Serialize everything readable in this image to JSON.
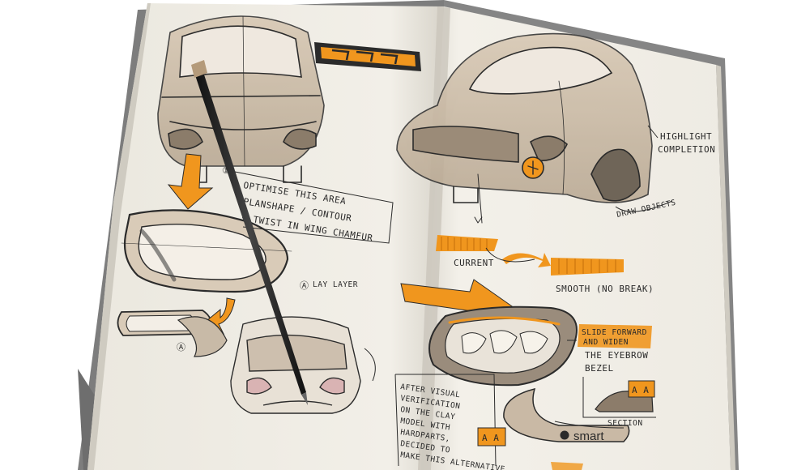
{
  "sketchbook": {
    "left_page": {
      "annotation_main": [
        "OPTIMISE THIS AREA",
        "PLANSHAPE / CONTOUR",
        "+ TWIST IN WING CHAMFUR"
      ],
      "label_1": "①",
      "label_a": "Ⓐ",
      "label_a_note": "LAY LAYER",
      "label_a2": "Ⓐ"
    },
    "right_page": {
      "highlight_note": [
        "HIGHLIGHT",
        "COMPLETION"
      ],
      "drawn_objects_note": "DRAW OBJECTS",
      "current_label": "CURRENT",
      "smooth_label": "SMOOTH (NO BREAK)",
      "bezel_note": [
        "SLIDE FORWARD",
        "AND WIDEN",
        "THE EYEBROW",
        "BEZEL"
      ],
      "verification_note": [
        "AFTER VISUAL",
        "VERIFICATION",
        "ON THE CLAY",
        "MODEL WITH",
        "HARDPARTS,",
        "DECIDED TO",
        "MAKE THIS ALTERNATIVE"
      ],
      "tag_aa_1": "A A",
      "tag_aa_2": "A A",
      "section_label": "SECTION",
      "brand_mark": "smart"
    }
  },
  "colors": {
    "page": "#f1eee6",
    "page_shadow": "#d9d5cb",
    "cover": "#8a8a8a",
    "ink": "#2b2b2b",
    "marker_orange": "#f0961e",
    "marker_beige": "#c9b39a",
    "marker_grey": "#8c8478"
  }
}
